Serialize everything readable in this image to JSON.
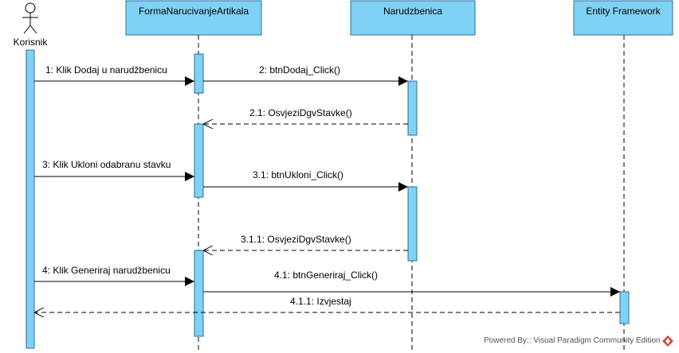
{
  "actor": {
    "name": "Korisnik"
  },
  "lifelines": [
    {
      "id": "forma",
      "title": "FormaNarucivanjeArtikala"
    },
    {
      "id": "narudzbenica",
      "title": "Narudzbenica"
    },
    {
      "id": "ef",
      "title": "Entity Framework"
    }
  ],
  "messages": [
    {
      "id": "m1",
      "label": "1: Klik Dodaj u narudžbenicu",
      "type": "sync"
    },
    {
      "id": "m2",
      "label": "2: btnDodaj_Click()",
      "type": "sync"
    },
    {
      "id": "m3",
      "label": "2.1: OsvjeziDgvStavke()",
      "type": "return"
    },
    {
      "id": "m4",
      "label": "3: Klik Ukloni odabranu stavku",
      "type": "sync"
    },
    {
      "id": "m5",
      "label": "3.1: btnUkloni_Click()",
      "type": "sync"
    },
    {
      "id": "m6",
      "label": "3.1.1:  OsvjeziDgvStavke()",
      "type": "return"
    },
    {
      "id": "m7",
      "label": "4: Klik Generiraj narudžbenicu",
      "type": "sync"
    },
    {
      "id": "m8",
      "label": "4.1: btnGeneriraj_Click()",
      "type": "sync"
    },
    {
      "id": "m9",
      "label": "4.1.1: Izvjestaj",
      "type": "return"
    }
  ],
  "watermark": {
    "text": "Powered By:: Visual Paradigm Community Edition"
  },
  "colors": {
    "fill": "#7fd1f5",
    "stroke": "#2b6f99",
    "line": "#000000"
  }
}
